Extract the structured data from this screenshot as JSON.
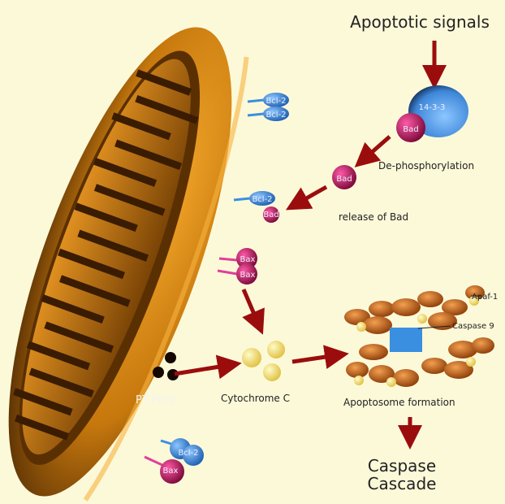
{
  "labels": {
    "apoptotic_signals": "Apoptotic signals",
    "de_phosphorylation": "De-phosphorylation",
    "release_of_bad": "release of Bad",
    "pt_pore": "PT Pore",
    "cytochrome_c": "Cytochrome C",
    "apoptosome_formation": "Apoptosome formation",
    "apaf1": "Apaf-1",
    "caspase9": "Caspase 9",
    "caspase_cascade_line1": "Caspase",
    "caspase_cascade_line2": "Cascade"
  },
  "molecules": {
    "protein_14_3_3": "14-3-3",
    "bad": "Bad",
    "bcl2": "Bcl-2",
    "bax": "Bax"
  },
  "colors": {
    "background": "#fcf9d9",
    "arrow": "#9b0d0d",
    "mitochondrion": "#d8860e",
    "bcl2": "#3a8fe0",
    "bad": "#c8146a",
    "cytochrome": "#f6e27a",
    "apaf": "#d87420"
  }
}
